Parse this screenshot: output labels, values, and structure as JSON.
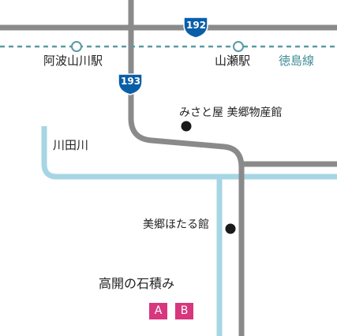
{
  "map": {
    "routes": [
      {
        "number": "192",
        "color": "#0a5ea8"
      },
      {
        "number": "193",
        "color": "#0a5ea8"
      }
    ],
    "railway": {
      "name": "徳島線",
      "color": "#5b9aa5"
    },
    "stations": [
      {
        "name": "阿波山川駅"
      },
      {
        "name": "山瀬駅"
      }
    ],
    "river": {
      "name": "川田川",
      "color": "#a6d6e4"
    },
    "landmarks": [
      {
        "name": "みさと屋 美郷物産館"
      },
      {
        "name": "美郷ほたる館"
      }
    ],
    "destination": {
      "name": "高開の石積み",
      "badges": [
        "A",
        "B"
      ],
      "badge_color": "#d7377e"
    },
    "road_color": "#8a8a8a"
  }
}
